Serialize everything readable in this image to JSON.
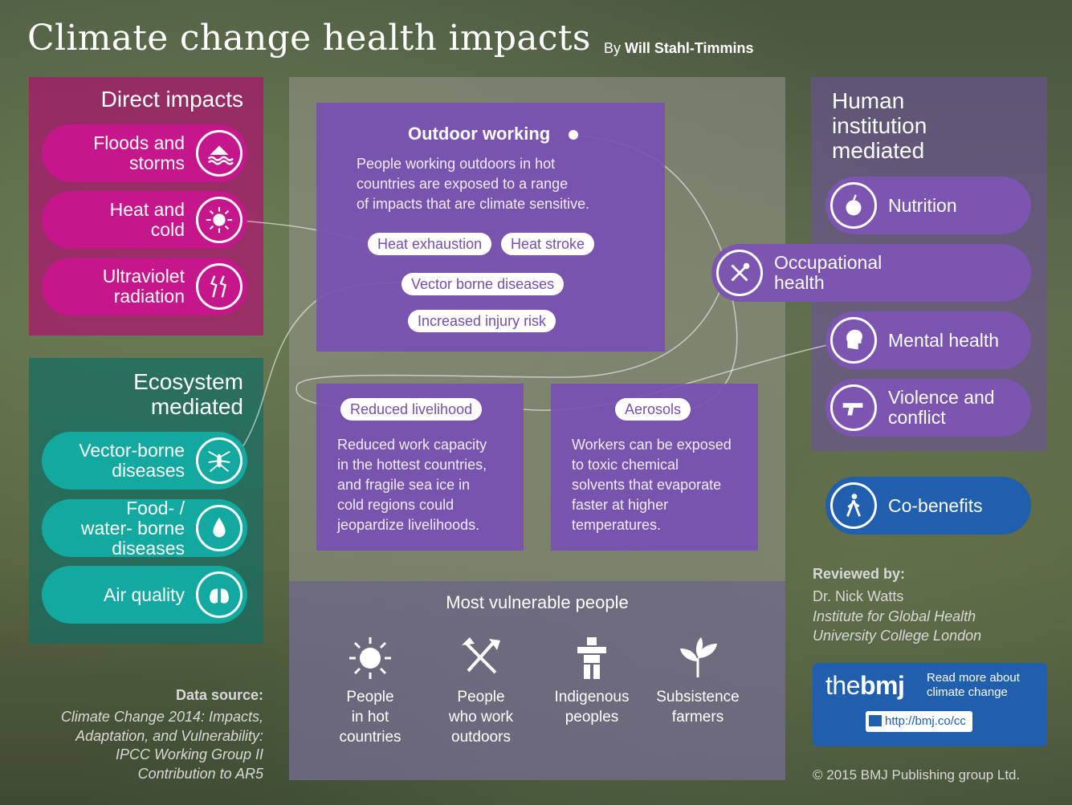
{
  "title": "Climate change health impacts",
  "byline": {
    "prefix": "By",
    "author": "Will Stahl-Timmins"
  },
  "direct": {
    "heading": "Direct impacts",
    "items": [
      {
        "line1": "Floods and",
        "line2": "storms",
        "icon": "flood-icon"
      },
      {
        "line1": "Heat and",
        "line2": "cold",
        "icon": "sun-icon"
      },
      {
        "line1": "Ultraviolet",
        "line2": "radiation",
        "icon": "uv-radiation-icon"
      }
    ],
    "color": "#c5168c"
  },
  "ecosystem": {
    "heading_line1": "Ecosystem",
    "heading_line2": "mediated",
    "items": [
      {
        "line1": "Vector-borne",
        "line2": "diseases",
        "line3": "",
        "icon": "mosquito-icon"
      },
      {
        "line1": "Food- /",
        "line2": "water- borne",
        "line3": "diseases",
        "icon": "water-drop-icon"
      },
      {
        "line1": "Air quality",
        "line2": "",
        "line3": "",
        "icon": "lungs-icon"
      }
    ],
    "color": "#14a9a0"
  },
  "human": {
    "heading_line1": "Human",
    "heading_line2": "institution",
    "heading_line3": "mediated",
    "items": [
      {
        "line1": "Nutrition",
        "line2": "",
        "icon": "apple-icon"
      },
      {
        "line1": "Occupational",
        "line2": "health",
        "icon": "tools-icon"
      },
      {
        "line1": "Mental health",
        "line2": "",
        "icon": "head-icon"
      },
      {
        "line1": "Violence and",
        "line2": "conflict",
        "icon": "gun-icon"
      }
    ],
    "cobenefits": {
      "label": "Co-benefits",
      "icon": "walking-person-icon"
    },
    "color": "#7b55b0"
  },
  "outdoor": {
    "title": "Outdoor working",
    "text1": "People working outdoors in hot",
    "text2": "countries are exposed to a range",
    "text3": "of impacts that are climate sensitive.",
    "tags": {
      "heat_exhaustion": "Heat exhaustion",
      "heat_stroke": "Heat stroke",
      "vector": "Vector borne diseases",
      "injury": "Increased injury risk"
    }
  },
  "livelihood": {
    "tag": "Reduced livelihood",
    "lines": [
      "Reduced work capacity",
      "in the hottest countries,",
      "and fragile sea ice in",
      "cold regions could",
      "jeopardize livelihoods."
    ]
  },
  "aerosols": {
    "tag": "Aerosols",
    "lines": [
      "Workers can be exposed",
      "to toxic chemical",
      "solvents that evaporate",
      "faster at higher",
      "temperatures."
    ]
  },
  "vulnerable": {
    "title": "Most vulnerable people",
    "items": [
      {
        "lines": [
          "People",
          "in hot",
          "countries"
        ],
        "icon": "sun-icon"
      },
      {
        "lines": [
          "People",
          "who work",
          "outdoors"
        ],
        "icon": "tools-icon"
      },
      {
        "lines": [
          "Indigenous",
          "peoples",
          ""
        ],
        "icon": "inukshuk-icon"
      },
      {
        "lines": [
          "Subsistence",
          "farmers",
          ""
        ],
        "icon": "plant-icon"
      }
    ]
  },
  "reviewed": {
    "label": "Reviewed by:",
    "name": "Dr. Nick Watts",
    "inst1": "Institute for Global Health",
    "inst2": "University College London"
  },
  "bmj": {
    "logo_the": "the",
    "logo_bmj": "bmj",
    "read1": "Read more about",
    "read2": "climate change",
    "link": "http://bmj.co/cc"
  },
  "copyright": "© 2015 BMJ Publishing group Ltd.",
  "data_source": {
    "label": "Data source:",
    "lines": [
      "Climate Change 2014: Impacts,",
      "Adaptation, and Vulnerability:",
      "IPCC Working Group II",
      "Contribution to AR5"
    ]
  }
}
